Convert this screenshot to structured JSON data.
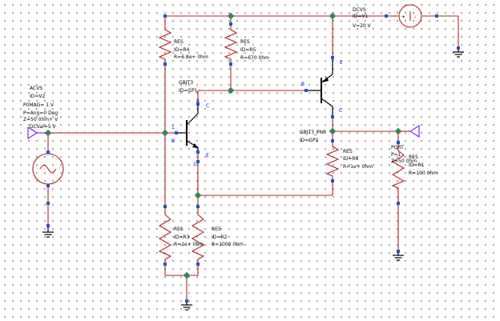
{
  "components": {
    "v1": {
      "type": "DCVS",
      "id": "ID=V1",
      "value": "V=20 V",
      "plus": "+",
      "minus": "-"
    },
    "r4": {
      "type": "RES",
      "id": "ID=R4",
      "value": "R=6.8e+ 0hm"
    },
    "r5": {
      "type": "RES",
      "id": "ID=R5",
      "value": "R=670 0hm"
    },
    "gp1": {
      "type": "GBJT3",
      "id": "ID=GP1",
      "pin1": "1",
      "pin2": "2",
      "pin3": "3",
      "b": "B",
      "c": "C",
      "e": "E"
    },
    "gp2": {
      "type": "GBJT3_PNP",
      "id": "ID=GP2",
      "b": "B",
      "e": "E",
      "c": "C"
    },
    "v2": {
      "type": "ACVS",
      "id": "ID=V2",
      "lines": [
        "P0MAG= 1 V",
        "P=Ang=0 Deg",
        "Z=50 0hm+ V",
        "DCVal=5 V"
      ]
    },
    "r6": {
      "type": "RES",
      "id": "ID=R6",
      "value": "R=1e+ 0hm"
    },
    "port": {
      "type": "PORT",
      "id": "P=1",
      "value": "Z=50 0hm"
    },
    "r1": {
      "type": "RES",
      "id": "ID=R1",
      "value": "R=100 0hm"
    },
    "r3": {
      "type": "RES",
      "id": "ID=R3",
      "value": "R=1e+ 0hm"
    },
    "r2": {
      "type": "RES",
      "id": "ID=R2",
      "value": "R=1000 0hm"
    }
  },
  "colors": {
    "wire": "#b22222",
    "node": "#2e8b57",
    "terminal": "#1e56c8",
    "port": "#8a2be2",
    "grid": "#8a8a8a"
  }
}
